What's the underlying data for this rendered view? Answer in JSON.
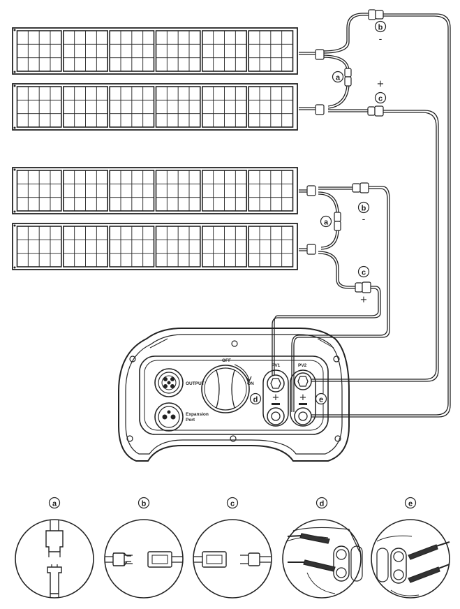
{
  "callouts": {
    "a": "a",
    "b": "b",
    "c": "c",
    "d": "d",
    "e": "e"
  },
  "signs": {
    "minus": "-",
    "plus": "+"
  },
  "device": {
    "output_label": "OUTPUT",
    "expansion_label_1": "Expansion",
    "expansion_label_2": "Port",
    "off_label": "OFF",
    "on_label": "ON",
    "pv1_label": "PV1",
    "pv2_label": "PV2"
  },
  "detail_labels": [
    "a",
    "b",
    "c",
    "d",
    "e"
  ],
  "colors": {
    "line": "#222222",
    "panel_fill": "#ffffff"
  }
}
